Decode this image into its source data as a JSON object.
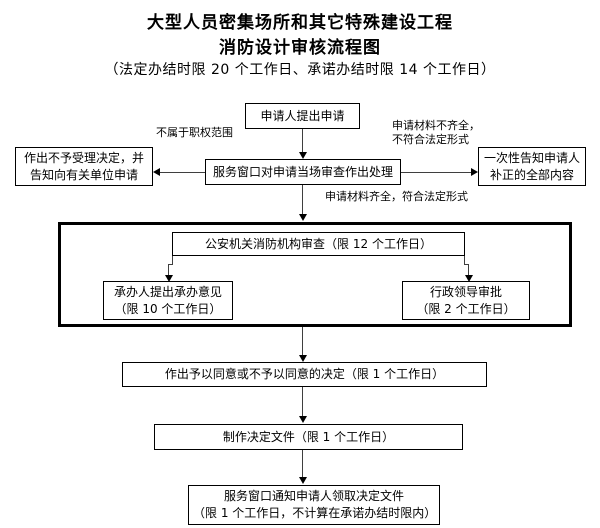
{
  "header": {
    "title_line1": "大型人员密集场所和其它特殊建设工程",
    "title_line2": "消防设计审核流程图",
    "subtitle": "（法定办结时限 20 个工作日、承诺办结时限 14 个工作日）"
  },
  "nodes": {
    "apply": "申请人提出申请",
    "window_review": "服务窗口对申请当场审查作出处理",
    "reject": "作出不予受理决定，并\n告知向有关单位申请",
    "notify_correct": "一次性告知申请人\n补正的全部内容",
    "fire_agency_review": "公安机关消防机构审查（限 12 个工作日）",
    "handler_opinion": "承办人提出承办意见\n（限 10 个工作日）",
    "leader_approval": "行政领导审批\n（限 2 个工作日）",
    "decision": "作出予以同意或不予以同意的决定（限 1 个工作日）",
    "make_document": "制作决定文件（限 1 个工作日）",
    "notify_pickup": "服务窗口通知申请人领取决定文件\n（限 1 个工作日，不计算在承诺办结时限内）"
  },
  "edge_labels": {
    "out_of_scope": "不属于职权范围",
    "materials_incomplete": "申请材料不齐全，\n不符合法定形式",
    "materials_complete": "申请材料齐全，符合法定形式"
  },
  "colors": {
    "background": "#ffffff",
    "ink": "#000000",
    "connector": "#3f3f3f",
    "group_border": "#000000"
  }
}
